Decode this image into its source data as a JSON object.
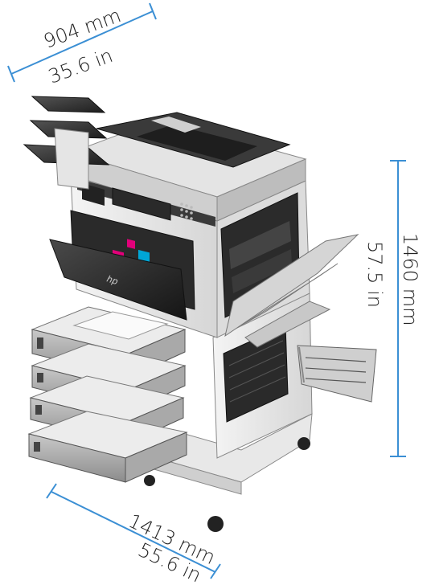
{
  "dimensions": {
    "width": {
      "metric": "904 mm",
      "imperial": "35.6 in"
    },
    "height": {
      "metric": "1460 mm",
      "imperial": "57.5 in"
    },
    "depth": {
      "metric": "1413 mm",
      "imperial": "55.6 in"
    }
  },
  "colors": {
    "dimension_line": "#3b8fd4",
    "toner_yellow": "#f2e500",
    "toner_magenta": "#e2007a",
    "toner_cyan": "#00a6d6",
    "body_light": "#e9e9e9",
    "body_dark": "#3a3a3a"
  },
  "door_logo": "hp"
}
